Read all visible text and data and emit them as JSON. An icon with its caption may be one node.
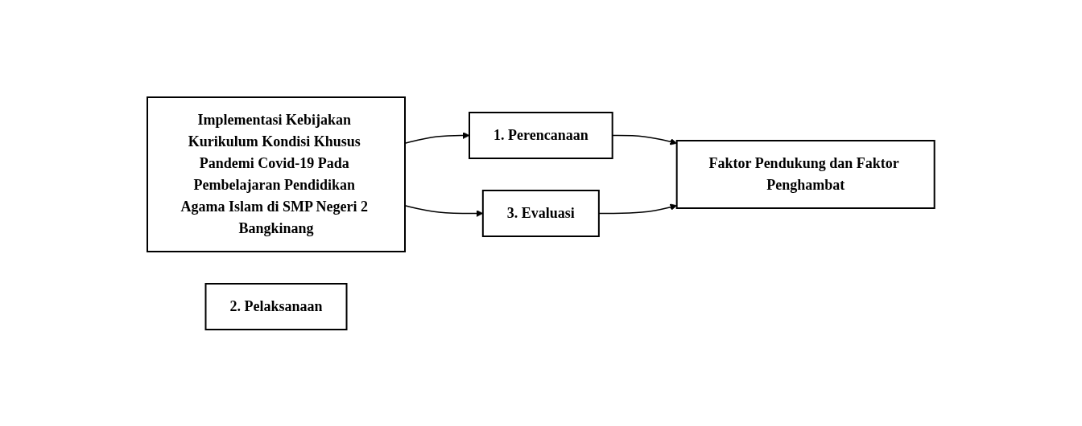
{
  "diagram": {
    "nodes": [
      {
        "text": [
          "Implementasi Kebijakan Kurikulum Kondisi Khusus Pandemi Covid-19 Pada Pembelajaran Pendidikan Agama Islam di SMP Negeri 2 Bangkinang"
        ]
      },
      {
        "text": [
          "1.  Perencanaan"
        ]
      },
      {
        "text": [
          "2. Pelaksanaan"
        ]
      },
      {
        "text": [
          "3. Evaluasi"
        ]
      },
      {
        "text": [
          "Faktor Pendukung dan Faktor Penghambat"
        ]
      }
    ],
    "edges": [
      {
        "from": 0,
        "to": 1,
        "arrow": "to"
      },
      {
        "from": 0,
        "to": 3,
        "arrow": "to"
      },
      {
        "from": 1,
        "to": 4,
        "arrow": "to"
      },
      {
        "from": 3,
        "to": 4,
        "arrow": "to"
      }
    ]
  }
}
